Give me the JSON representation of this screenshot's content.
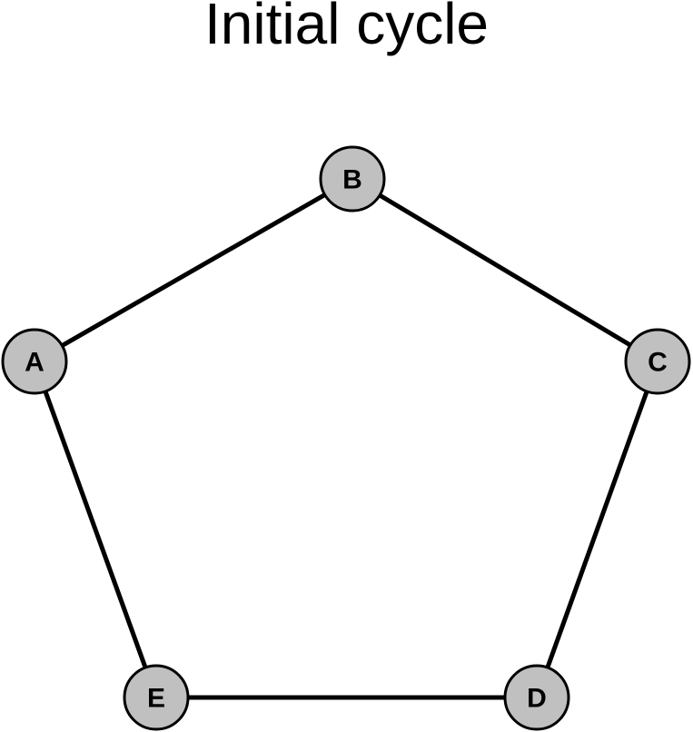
{
  "title": "Initial cycle",
  "colors": {
    "node_fill": "#c0c0c0",
    "node_stroke": "#000000",
    "edge": "#000000",
    "background": "#ffffff"
  },
  "nodes": [
    {
      "id": "A",
      "label": "A"
    },
    {
      "id": "B",
      "label": "B"
    },
    {
      "id": "C",
      "label": "C"
    },
    {
      "id": "D",
      "label": "D"
    },
    {
      "id": "E",
      "label": "E"
    }
  ],
  "edges": [
    {
      "from": "A",
      "to": "B"
    },
    {
      "from": "B",
      "to": "C"
    },
    {
      "from": "C",
      "to": "D"
    },
    {
      "from": "D",
      "to": "E"
    },
    {
      "from": "E",
      "to": "A"
    }
  ]
}
